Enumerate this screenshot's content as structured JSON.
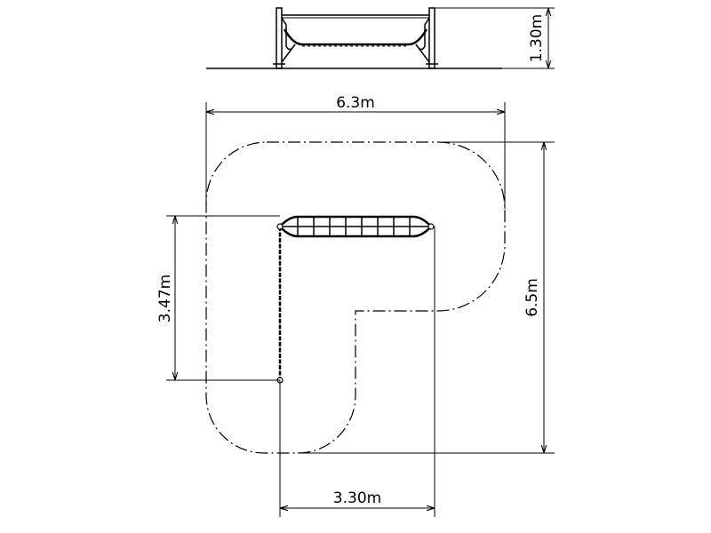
{
  "diagram": {
    "dimensions": {
      "side_height": "1.30m",
      "total_width": "6.3m",
      "total_depth": "6.5m",
      "left_leg": "3.47m",
      "bottom_width": "3.30m"
    }
  }
}
